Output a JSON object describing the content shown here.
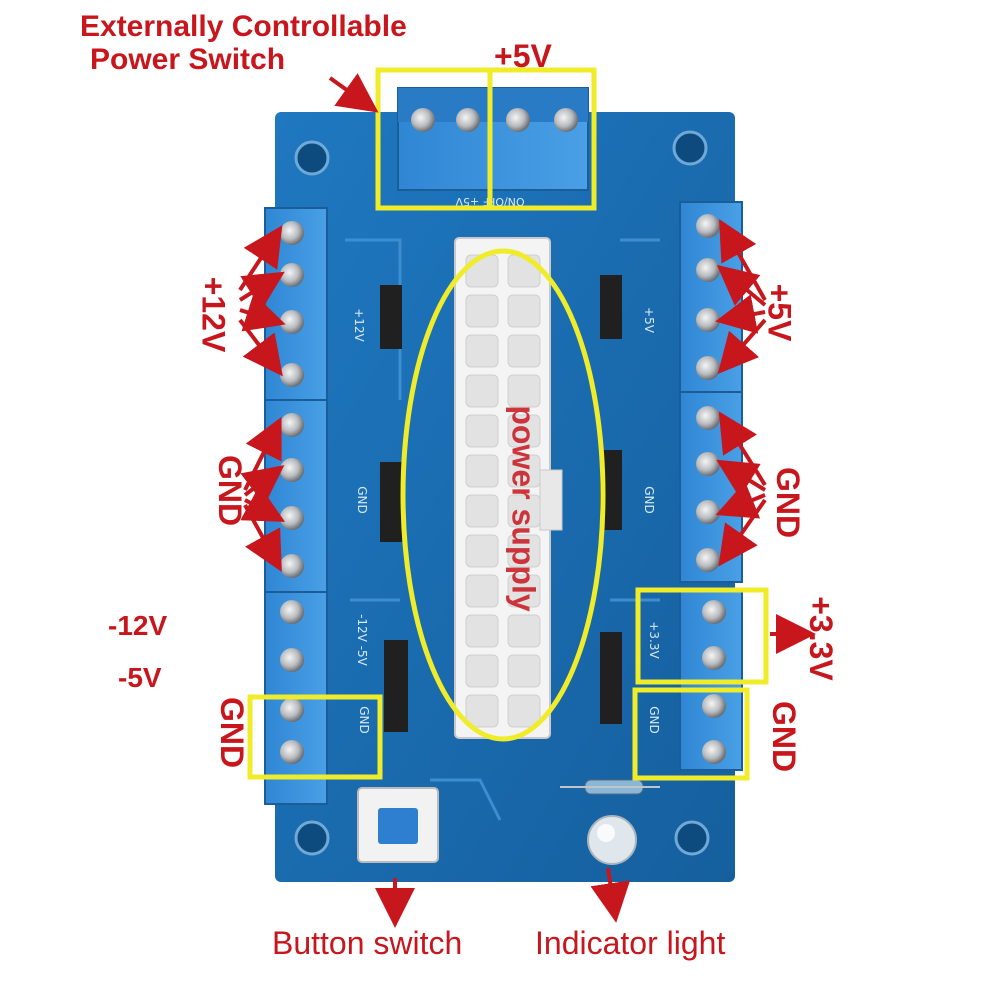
{
  "labels": {
    "power_switch_line1": "Externally Controllable",
    "power_switch_line2": "Power Switch",
    "top_5v": "+5V",
    "left_12v": "+12V",
    "left_gnd": "GND",
    "left_neg12v": "-12V",
    "left_neg5v": "-5V",
    "left_gnd_bottom": "GND",
    "right_5v": "+5V",
    "right_gnd": "GND",
    "right_33v": "+3.3V",
    "right_gnd_bottom": "GND",
    "center": "power supply",
    "button_switch": "Button switch",
    "indicator_light": "Indicator light"
  },
  "silkscreen": {
    "top_terminal": "ON/OFF  +5V",
    "pin_12v": "+12V",
    "pin_gnd_left": "GND",
    "pin_neg_left": "-12V  -5V",
    "pin_gnd_left2": "GND",
    "pin_5v_right": "+5V",
    "pin_gnd_right": "GND",
    "pin_33v_right": "+3.3V",
    "pin_gnd_right2": "GND"
  },
  "colors": {
    "annotation_red": "#c8161d",
    "highlight_yellow": "#f0ec2a",
    "pcb_blue": "#1a6fb5",
    "terminal_blue": "#3a8fd8"
  }
}
